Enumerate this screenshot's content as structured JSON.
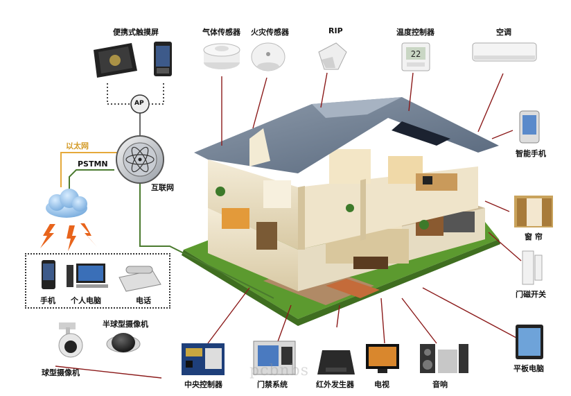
{
  "labels": {
    "touchscreen": "便携式触摸屏",
    "gas_sensor": "气体传感器",
    "fire_sensor": "火灾传感器",
    "rip": "RIP",
    "thermostat": "温度控制器",
    "aircon": "空调",
    "smartphone": "智能手机",
    "curtain": "窗 帘",
    "door_sensor": "门磁开关",
    "tablet": "平板电脑",
    "ethernet": "以太网",
    "pstmn": "PSTMN",
    "internet": "互联网",
    "ap": "AP",
    "mobile": "手机",
    "pc": "个人电脑",
    "telephone": "电话",
    "dome_camera": "半球型摄像机",
    "ptz_camera": "球型摄像机",
    "central_controller": "中央控制器",
    "access_control": "门禁系统",
    "ir_emitter": "红外发生器",
    "tv": "电视",
    "audio": "音响",
    "thermostat_display": "22",
    "watermark": "pcbnbs"
  },
  "colors": {
    "ethernet_line": "#e5a93a",
    "pstmn_line": "#4a7a2e",
    "pointer_line": "#8b1a1a",
    "roof": "#6c7c90",
    "lawn": "#5c9a2f",
    "spark": "#e8641c"
  }
}
